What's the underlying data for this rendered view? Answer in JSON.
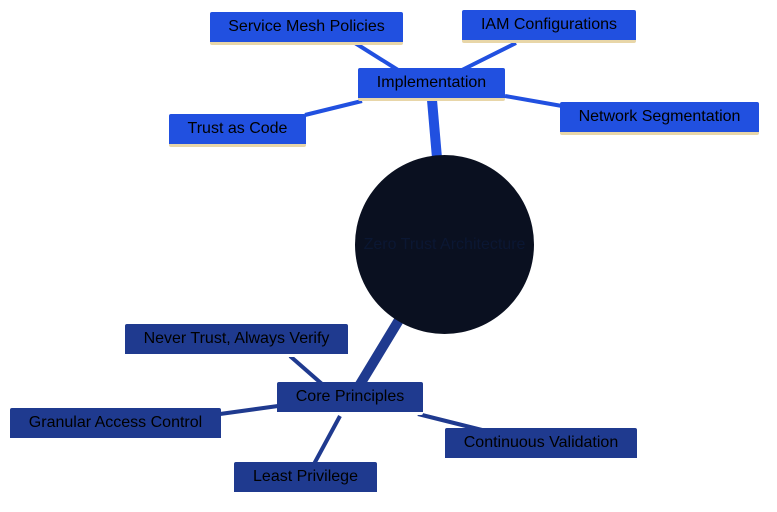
{
  "colors": {
    "implementation_branch": "#2150e0",
    "core_branch": "#1f3a8f",
    "center": "#0a1020",
    "accent_underline": "#e8d6a8"
  },
  "center": {
    "label": "Zero Trust Architecture"
  },
  "branches": [
    {
      "label": "Implementation",
      "children": [
        "Service Mesh Policies",
        "IAM Configurations",
        "Trust as Code",
        "Network Segmentation"
      ]
    },
    {
      "label": "Core Principles",
      "children": [
        "Never Trust, Always Verify",
        "Granular Access Control",
        "Continuous Validation",
        "Least Privilege"
      ]
    }
  ]
}
